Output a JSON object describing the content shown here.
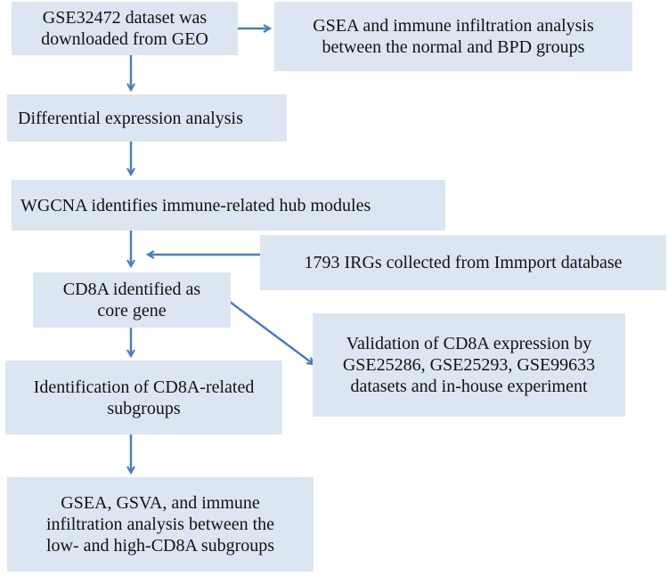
{
  "flow": {
    "download": {
      "lines": [
        "GSE32472 dataset was",
        "downloaded from GEO"
      ]
    },
    "gsea_immune": {
      "lines": [
        "GSEA and immune infiltration analysis",
        "between the normal and BPD groups"
      ]
    },
    "diff_expr": {
      "lines": [
        "Differential expression analysis"
      ]
    },
    "wgcna": {
      "lines": [
        "WGCNA identifies immune-related hub modules"
      ]
    },
    "irgs": {
      "lines": [
        "1793 IRGs collected from Immport database"
      ]
    },
    "cd8a_core": {
      "lines": [
        "CD8A identified as",
        "core gene"
      ]
    },
    "validation": {
      "lines": [
        "Validation of CD8A expression by",
        "GSE25286, GSE25293, GSE99633",
        "datasets and in-house experiment"
      ]
    },
    "subgroups": {
      "lines": [
        "Identification of CD8A-related",
        "subgroups"
      ]
    },
    "final": {
      "lines": [
        "GSEA, GSVA, and immune",
        "infiltration analysis between the",
        "low- and high-CD8A subgroups"
      ]
    }
  },
  "colors": {
    "box_fill": "#dce6f2",
    "arrow": "#4a7ebb",
    "text": "#111111"
  }
}
